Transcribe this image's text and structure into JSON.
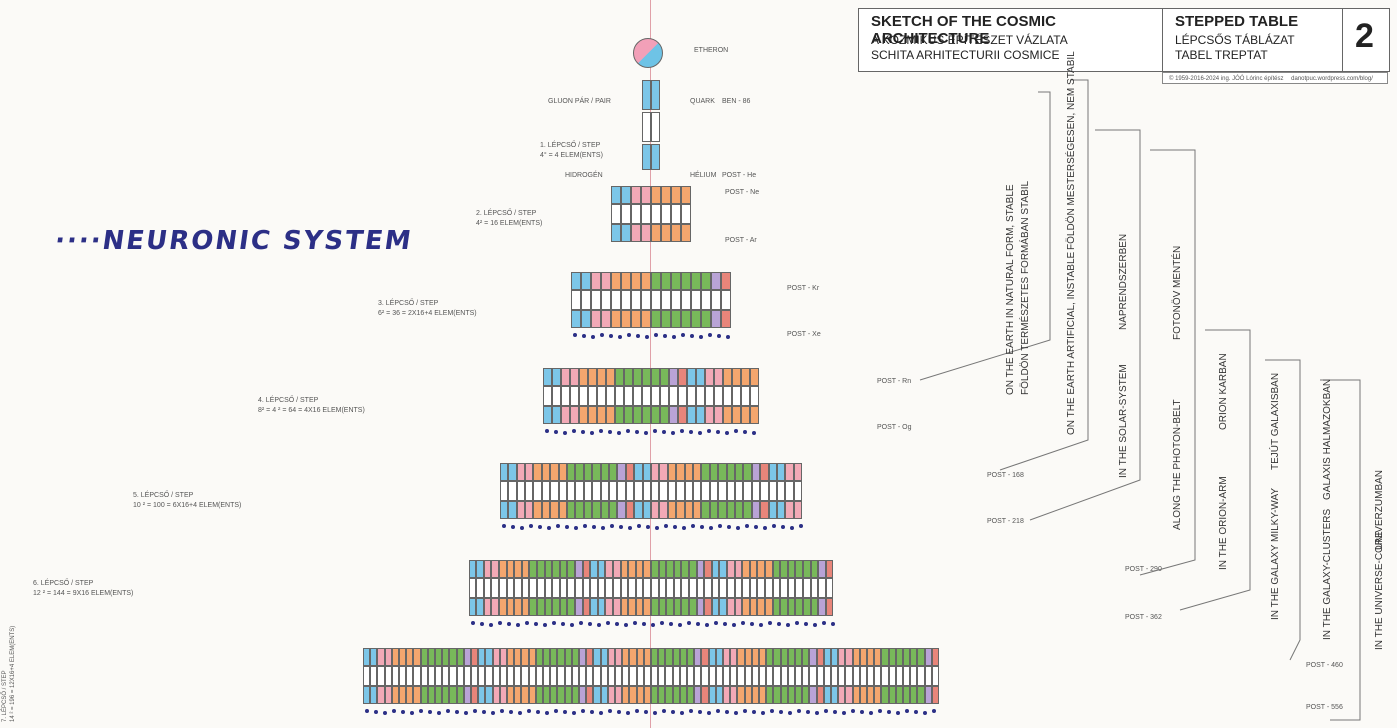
{
  "title_block": {
    "main_title": "SKETCH OF THE COSMIC ARCHITECTURE",
    "main_hu": "A KOZMIKUS ÉPÍTÉSZET VÁZLATA",
    "main_ro": "SCHITA ARHITECTURII COSMICE",
    "table_title": "STEPPED TABLE",
    "table_hu": "LÉPCSŐS TÁBLÁZAT",
    "table_ro": "TABEL TREPTAT",
    "sheet_number": "2",
    "footer_left": "© 1959-2016-2024   ing. JÓÓ Lórinc építész",
    "footer_right": "danotpuc.wordpress.com/blog/"
  },
  "handwritten": "····NEURONIC SYSTEM",
  "top_labels": {
    "etheron": "ETHERON",
    "gluon": "GLUON PÁR / PAIR",
    "quark": "QUARK",
    "quark_note": "BEN - 86",
    "hydrogen": "HIDROGÉN",
    "helium": "HÉLIUM",
    "helium_note": "POST - He"
  },
  "steps": [
    {
      "label": "1. LÉPCSŐ / STEP",
      "formula": "4° = 4 ELEM(ENTS)"
    },
    {
      "label": "2. LÉPCSŐ / STEP",
      "formula": "4² = 16 ELEM(ENTS)"
    },
    {
      "label": "3. LÉPCSŐ / STEP",
      "formula": "6² = 36 = 2X16+4 ELEM(ENTS)"
    },
    {
      "label": "4. LÉPCSŐ / STEP",
      "formula": "8² = 4 ² = 64 = 4X16 ELEM(ENTS)"
    },
    {
      "label": "5. LÉPCSŐ / STEP",
      "formula": "10 ² = 100 = 6X16+4 ELEM(ENTS)"
    },
    {
      "label": "6. LÉPCSŐ / STEP",
      "formula": "12 ² = 144 = 9X16 ELEM(ENTS)"
    },
    {
      "label": "7. LÉPCSŐ / STEP",
      "formula": "14 ² = 196 = 12X16+4 ELEM(ENTS)"
    }
  ],
  "post_labels": [
    "POST - Ne",
    "POST - Ar",
    "POST - Kr",
    "POST - Xe",
    "POST - Rn",
    "POST - Og",
    "POST - 168",
    "POST - 218",
    "POST - 290",
    "POST - 362",
    "POST - 460",
    "POST - 556"
  ],
  "vertical_labels": [
    "ON THE EARTH IN NATURAL FORM, STABLE",
    "FÖLDÖN TERMÉSZETES FORMÁBAN STABIL",
    "ON THE EARTH ARTIFICIAL, INSTABLE",
    "FÖLDÖN MESTERSÉGESEN, NEM STABIL",
    "IN THE SOLAR-SYSTEM",
    "NAPRENDSZERBEN",
    "ALONG THE PHOTON-BELT",
    "FOTONÖV MENTÉN",
    "IN THE ORION-ARM",
    "ORION KARBAN",
    "IN THE GALAXY MILKY-WAY",
    "TEJÚT GALAXISBAN",
    "IN THE GALAXY-CLUSTERS",
    "GALAXIS HALMAZOKBAN",
    "IN THE UNIVERSE-CORE",
    "UNIVERZUMBAN"
  ],
  "colors": {
    "blue": "#7cc6e8",
    "pink": "#f2a9b6",
    "orange": "#f4a66e",
    "green": "#78b85a",
    "lav": "#b9a3d6",
    "red": "#e8857a",
    "ink": "#2c2f86"
  }
}
